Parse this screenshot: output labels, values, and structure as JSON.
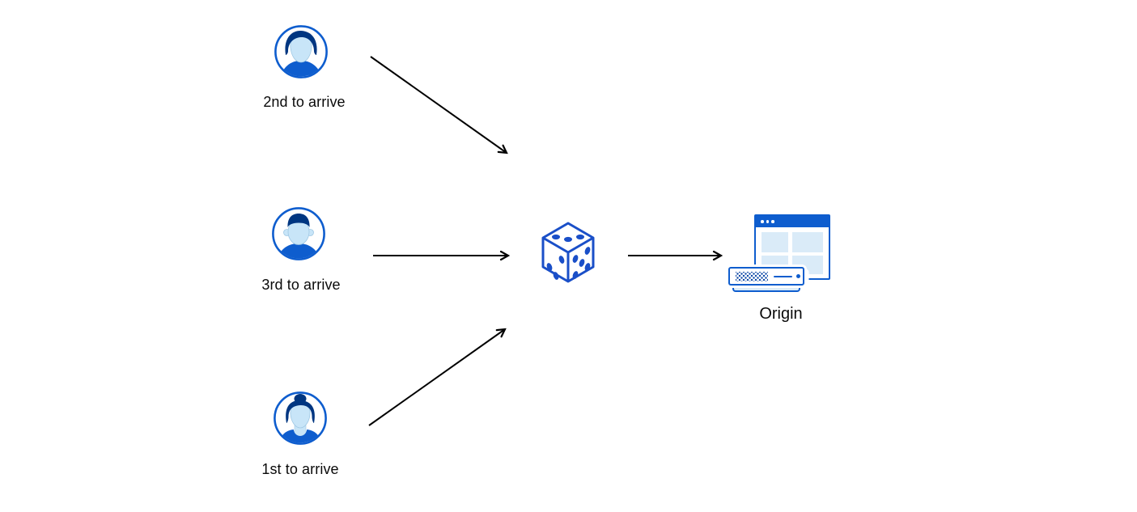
{
  "colors": {
    "background": "#FFFFFF",
    "primary_blue": "#0E5DCE",
    "dark_navy": "#003681",
    "face_light_blue": "#C8E5F8",
    "panel_light_blue": "#DAEBF8",
    "dice_blue": "#1A4FC8",
    "arrow_black": "#000000",
    "label_text": "#0A0A0A"
  },
  "nodes": {
    "visitors": [
      {
        "label": "2nd to arrive",
        "icon": "avatar-man-wavy-hair-icon"
      },
      {
        "label": "3rd to arrive",
        "icon": "avatar-man-short-hair-icon"
      },
      {
        "label": "1st to arrive",
        "icon": "avatar-woman-bun-icon"
      }
    ],
    "randomizer": {
      "icon": "dice-icon"
    },
    "origin": {
      "label": "Origin",
      "icon": "origin-server-icon"
    }
  },
  "arrows": [
    {
      "from": "visitor-2nd-to-arrive",
      "to": "dice"
    },
    {
      "from": "visitor-3rd-to-arrive",
      "to": "dice"
    },
    {
      "from": "visitor-1st-to-arrive",
      "to": "dice"
    },
    {
      "from": "dice",
      "to": "origin"
    }
  ]
}
